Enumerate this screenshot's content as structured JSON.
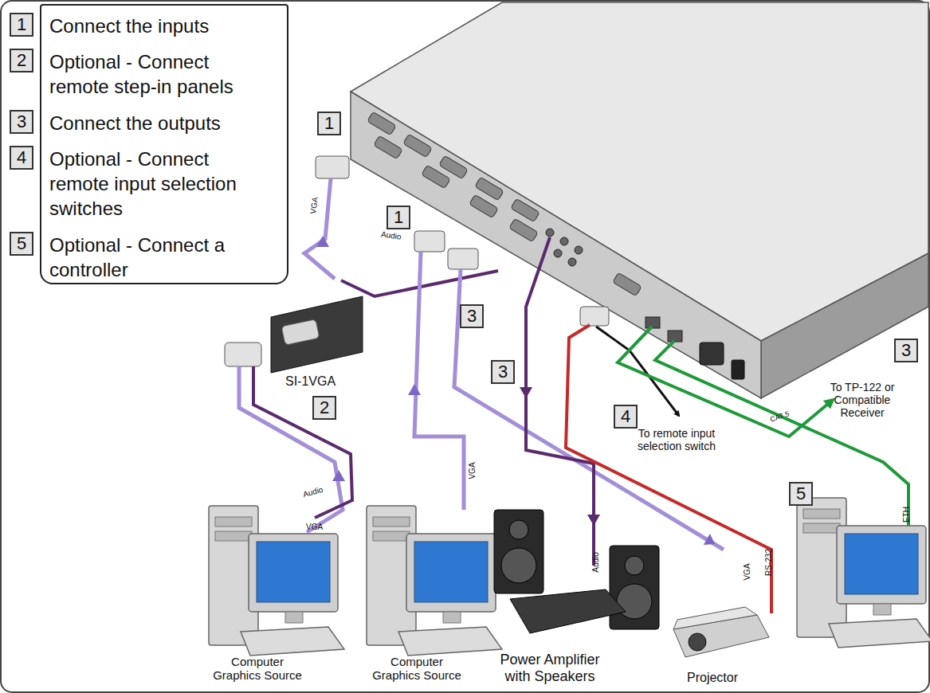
{
  "diagram": {
    "nodes": [
      {
        "text": [
          "Connect the inputs",
          "Optional - Connect remote step-in panels",
          "Connect the outputs",
          "Optional - Connect remote input selection switches",
          "Optional - Connect a controller"
        ]
      }
    ],
    "labels": [
      "1",
      "2",
      "3",
      "4",
      "5",
      "1",
      "VGA",
      "Audio",
      "1",
      "3",
      "SI-1VGA",
      "2",
      "3",
      "3",
      "To TP-122 or Compatible Receiver",
      "4",
      "To remote input selection switch",
      "CAT 5",
      "5",
      "ETH",
      "Audio",
      "VGA",
      "VGA",
      "Audio",
      "VGA",
      "RS-232",
      "Computer Graphics Source",
      "Computer Graphics Source",
      "Power Amplifier with Speakers",
      "Projector"
    ]
  }
}
